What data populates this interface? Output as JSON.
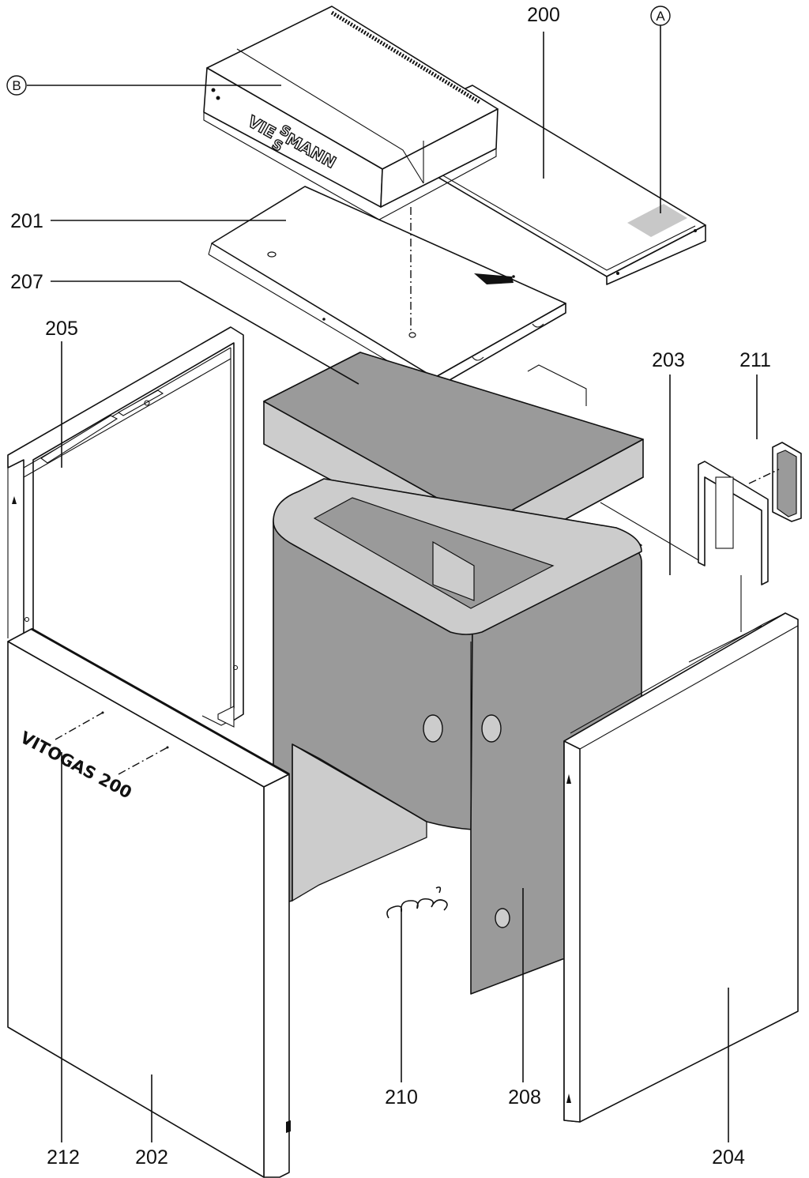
{
  "diagram": {
    "labels": {
      "l200": "200",
      "l201": "201",
      "l207": "207",
      "l205": "205",
      "l203": "203",
      "l211": "211",
      "l210": "210",
      "l208": "208",
      "l212": "212",
      "l202": "202",
      "l204": "204"
    },
    "callouts": {
      "a": "A",
      "b": "B"
    },
    "branding": {
      "brand_vie": "VIE",
      "brand_s1": "S",
      "brand_s2": "S",
      "brand_mann": "MANN",
      "model": "VITOGAS 200"
    },
    "colors": {
      "insulation": "#9a9a9a",
      "insulation_light": "#cccccc",
      "panel": "#ffffff",
      "line": "#111111",
      "label_area": "#c8c8c8"
    }
  }
}
